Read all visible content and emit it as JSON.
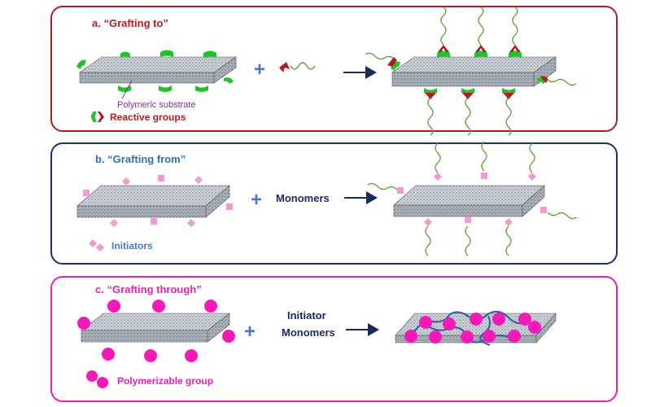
{
  "panel_a": {
    "title": "a. “Grafting to”",
    "substrate_label": "Polymeric substrate",
    "reactive_label": "Reactive groups",
    "border_color": "#b01e23",
    "title_color": "#b01e23",
    "group_color": "#22c32a",
    "partner_color": "#c0392b"
  },
  "panel_b": {
    "title": "b. “Grafting from”",
    "monomers_label": "Monomers",
    "initiators_label": "Initiators",
    "border_color": "#1f2f6b",
    "title_color": "#2a70c2",
    "initiator_color": "#f49ad3"
  },
  "panel_c": {
    "title": "c. “Grafting through”",
    "reagent_line1": "Initiator",
    "reagent_line2": "Monomers",
    "polymerizable_label": "Polymerizable group",
    "border_color": "#f01eb1",
    "title_color": "#f01eb1",
    "group_color": "#f51ab7"
  },
  "colors": {
    "plus": "#4a77c4",
    "arrow": "#1a2a5e",
    "chain": "#6b9a3a",
    "substrate_top": "#c9ced6",
    "substrate_side": "#a7adb7",
    "dark_text": "#1a2a5e",
    "substrate_text": "#7a2f9c"
  }
}
